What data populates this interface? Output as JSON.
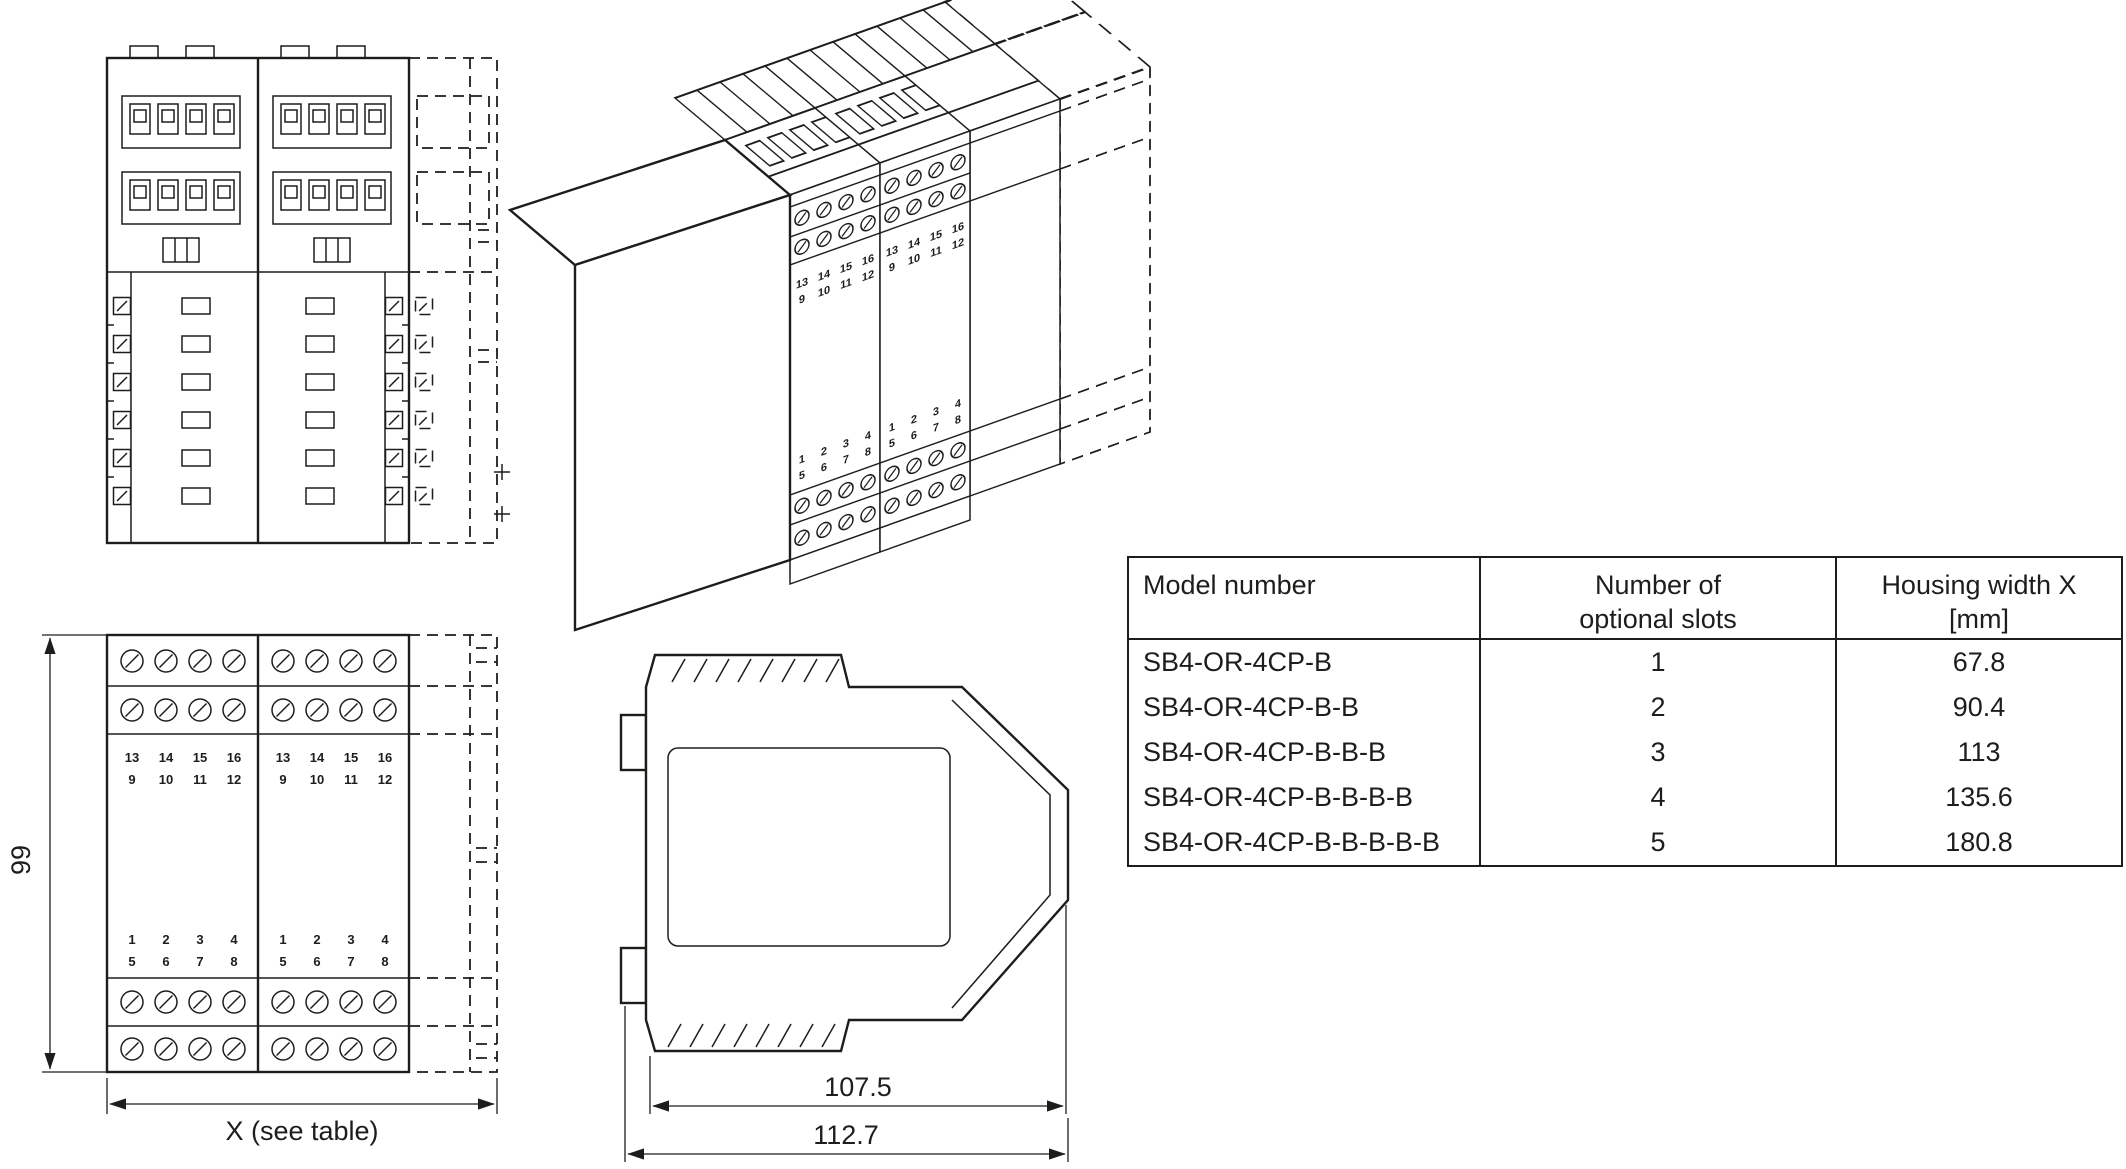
{
  "drawing": {
    "line_color": "#1d1d1b",
    "background": "#ffffff"
  },
  "dimensions": {
    "front_height": "99",
    "front_width": "X (see table)",
    "side_width_inner": "107.5",
    "side_width_outer": "112.7"
  },
  "terminal_labels": {
    "top_row1": [
      "13",
      "14",
      "15",
      "16"
    ],
    "top_row2": [
      "9",
      "10",
      "11",
      "12"
    ],
    "bottom_row1": [
      "1",
      "2",
      "3",
      "4"
    ],
    "bottom_row2": [
      "5",
      "6",
      "7",
      "8"
    ]
  },
  "table": {
    "header": {
      "model": "Model number",
      "slots_line1": "Number of",
      "slots_line2": "optional slots",
      "width_line1": "Housing width X",
      "width_line2": "[mm]"
    },
    "rows": [
      {
        "model": "SB4-OR-4CP-B",
        "slots": "1",
        "width": "67.8"
      },
      {
        "model": "SB4-OR-4CP-B-B",
        "slots": "2",
        "width": "90.4"
      },
      {
        "model": "SB4-OR-4CP-B-B-B",
        "slots": "3",
        "width": "113"
      },
      {
        "model": "SB4-OR-4CP-B-B-B-B",
        "slots": "4",
        "width": "135.6"
      },
      {
        "model": "SB4-OR-4CP-B-B-B-B-B",
        "slots": "5",
        "width": "180.8"
      }
    ]
  }
}
